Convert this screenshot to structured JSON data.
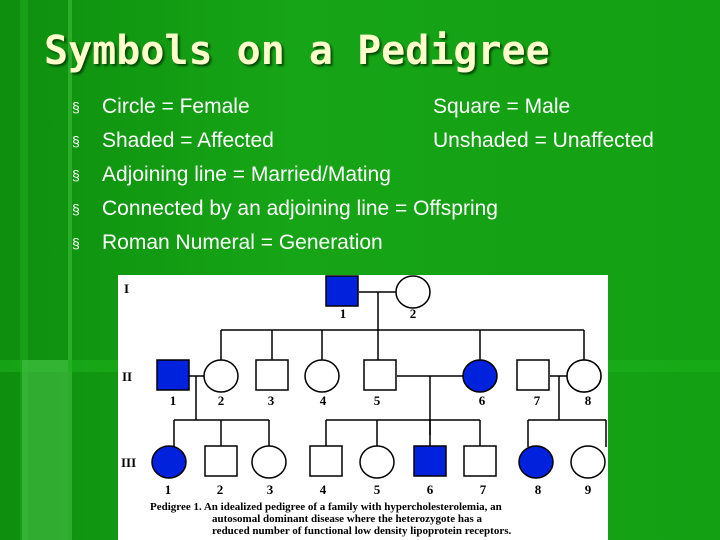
{
  "title": "Symbols on a Pedigree",
  "bullets": [
    {
      "marker": "§",
      "text": "Circle = Female",
      "text2": "Square = Male"
    },
    {
      "marker": "§",
      "text": "Shaded = Affected",
      "text2": "Unshaded = Unaffected"
    },
    {
      "marker": "§",
      "text": "Adjoining line = Married/Mating",
      "text2": ""
    },
    {
      "marker": "§",
      "text": "Connected by an adjoining line = Offspring",
      "text2": ""
    },
    {
      "marker": "§",
      "text": "Roman Numeral = Generation",
      "text2": ""
    }
  ],
  "pedigree": {
    "generations": [
      "I",
      "II",
      "III"
    ],
    "gen1_numbers": [
      "1",
      "2"
    ],
    "gen2_numbers": [
      "1",
      "2",
      "3",
      "4",
      "5",
      "6",
      "7",
      "8"
    ],
    "gen3_numbers": [
      "1",
      "2",
      "3",
      "4",
      "5",
      "6",
      "7",
      "8",
      "9"
    ],
    "caption": [
      "Pedigree 1. An idealized pedigree of a family with hypercholesterolemia, an",
      "autosomal dominant disease where the heterozygote has a",
      "reduced number of functional low density lipoprotein receptors."
    ],
    "colors": {
      "affected": "#0022dd",
      "line": "#000000"
    }
  }
}
